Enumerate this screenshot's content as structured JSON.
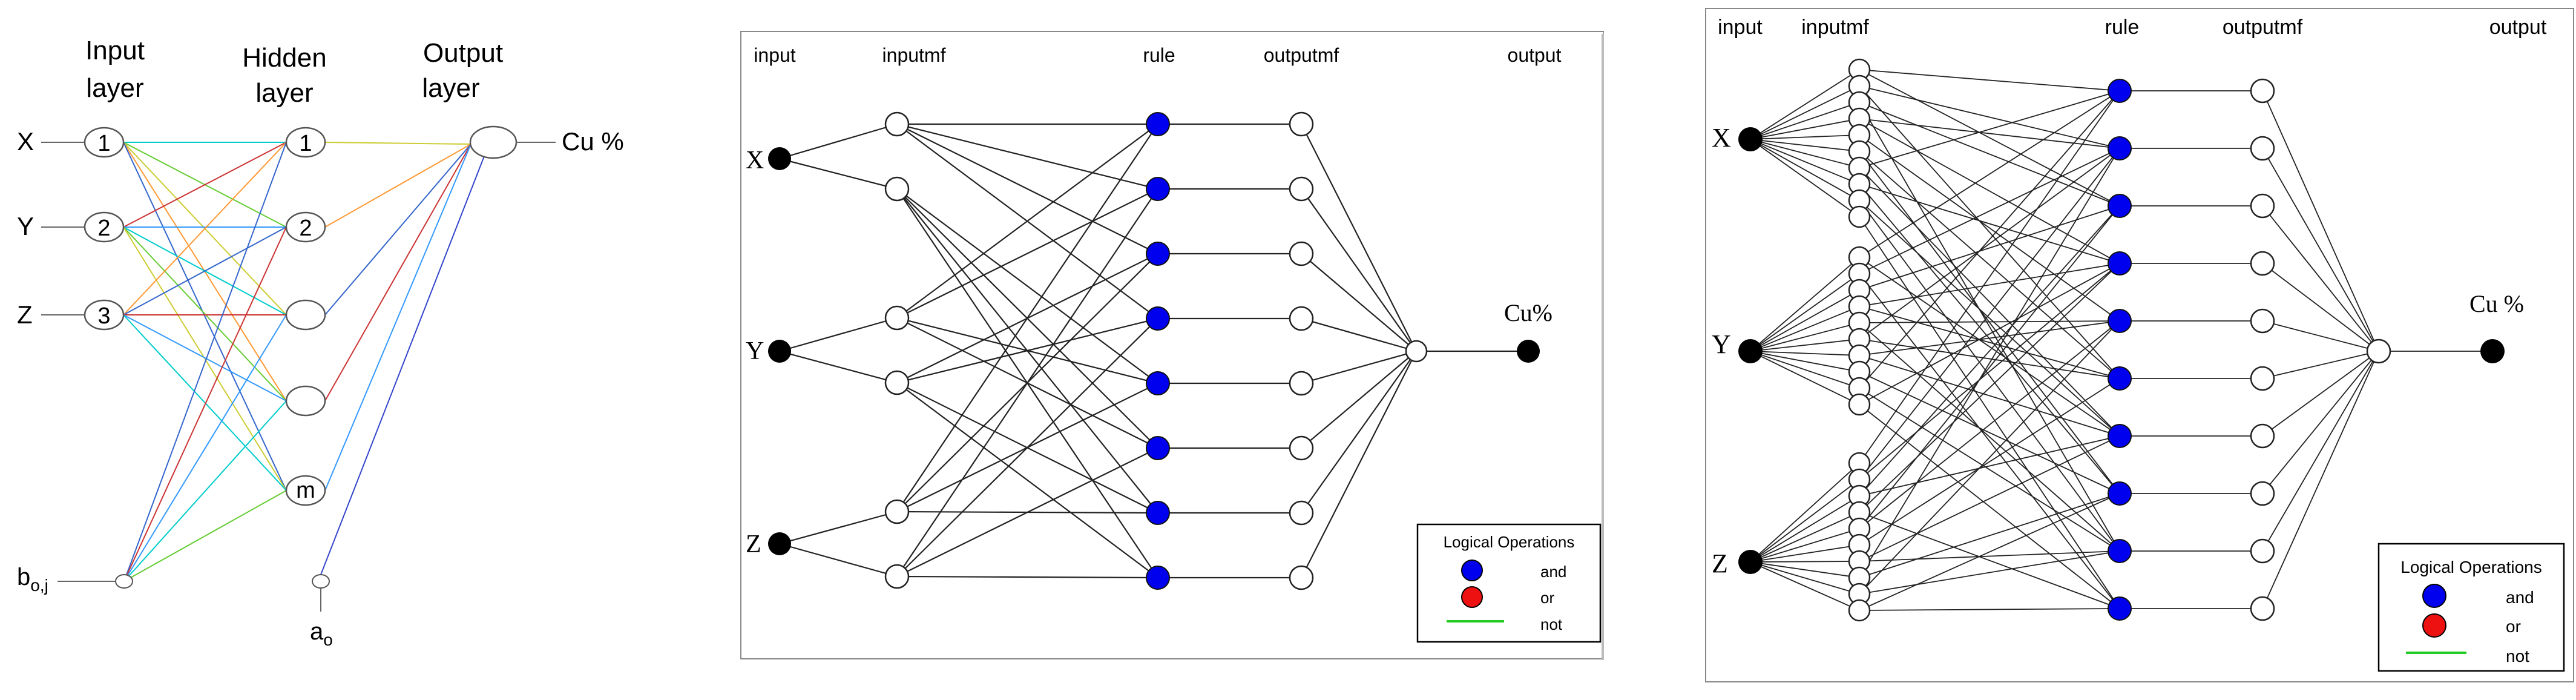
{
  "ann": {
    "layer_labels": [
      {
        "line1": "Input",
        "line2": "layer"
      },
      {
        "line1": "Hidden",
        "line2": "layer"
      },
      {
        "line1": "Output",
        "line2": "layer"
      }
    ],
    "inputs": [
      "X",
      "Y",
      "Z"
    ],
    "input_numbers": [
      "1",
      "2",
      "3"
    ],
    "hidden_labels": [
      "1",
      "2",
      "",
      "",
      "m"
    ],
    "output_label": "Cu %",
    "bias_input": {
      "main": "b",
      "sub": "o,j"
    },
    "bias_output": {
      "main": "a",
      "sub": "o"
    }
  },
  "anfis_small": {
    "headers": [
      "input",
      "inputmf",
      "rule",
      "outputmf",
      "output"
    ],
    "inputs": [
      "X",
      "Y",
      "Z"
    ],
    "output_label": "Cu%",
    "mf_per_input": 2,
    "rule_count": 8
  },
  "anfis_large": {
    "headers": [
      "input",
      "inputmf",
      "rule",
      "outputmf",
      "output"
    ],
    "inputs": [
      "X",
      "Y",
      "Z"
    ],
    "output_label": "Cu %",
    "mf_per_input": 10,
    "rule_count": 10
  },
  "legend": {
    "title": "Logical Operations",
    "items": [
      {
        "label": "and",
        "color": "#0000ee"
      },
      {
        "label": "or",
        "color": "#ee1111"
      },
      {
        "label": "not",
        "color": "#22cc22"
      }
    ]
  },
  "colors": {
    "ann_lines": [
      "#00cccc",
      "#66cc33",
      "#cccc33",
      "#ff9933",
      "#3366cc",
      "#cc3333",
      "#3399ff"
    ],
    "node_and": "#0000ee",
    "node_input": "#000000"
  }
}
